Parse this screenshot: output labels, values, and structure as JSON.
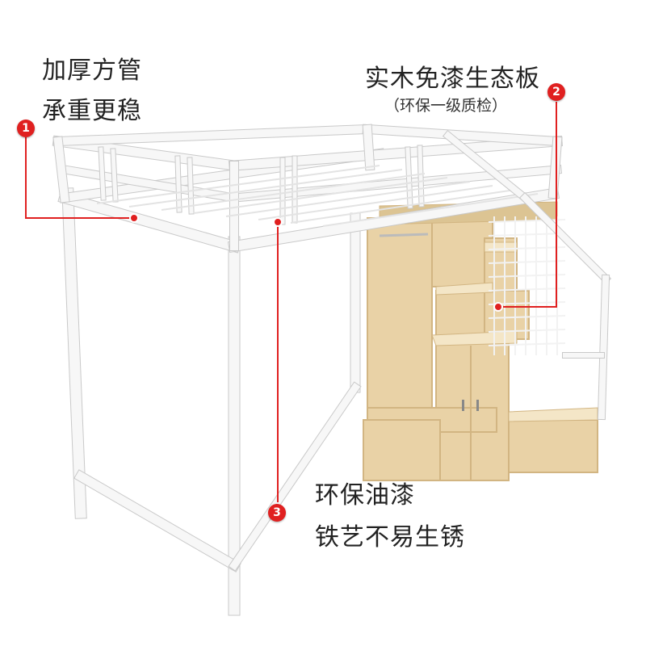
{
  "callouts": [
    {
      "number": "1",
      "lines": [
        "加厚方管",
        "承重更稳"
      ]
    },
    {
      "number": "2",
      "lines": [
        "实木免漆生态板",
        "（环保一级质检）"
      ]
    },
    {
      "number": "3",
      "lines": [
        "环保油漆",
        "铁艺不易生锈"
      ]
    }
  ],
  "colors": {
    "accent": "#e02020",
    "frame": "#f7f7f7",
    "frame_edge": "#c9c9c9",
    "wood": "#e9d2a6",
    "wood_dark": "#d2b582",
    "text": "#222222"
  }
}
